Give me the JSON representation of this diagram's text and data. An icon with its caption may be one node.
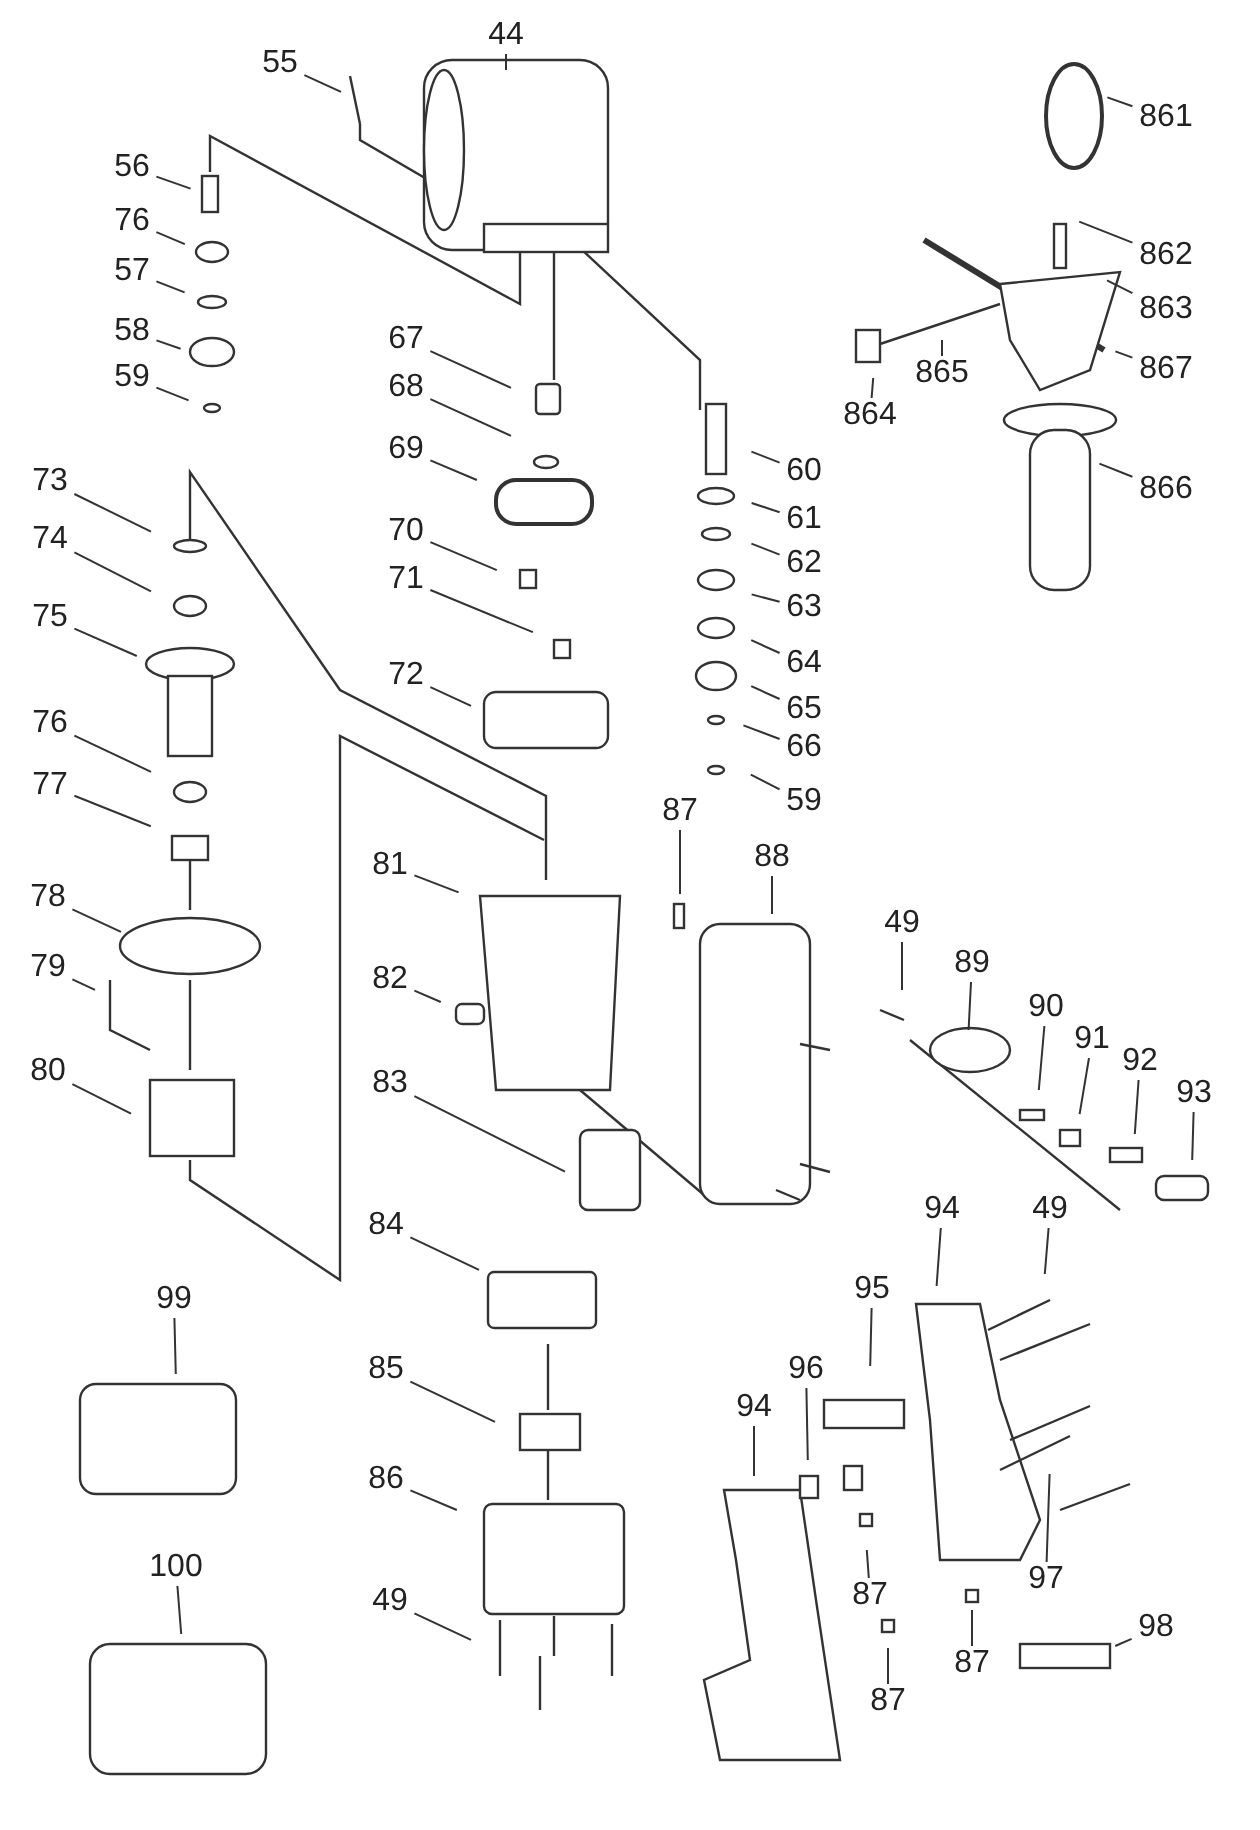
{
  "diagram": {
    "nodes": [
      {
        "text": [
          "55"
        ]
      },
      {
        "text": [
          "44"
        ]
      },
      {
        "text": [
          "56"
        ]
      },
      {
        "text": [
          "76"
        ]
      },
      {
        "text": [
          "57"
        ]
      },
      {
        "text": [
          "58"
        ]
      },
      {
        "text": [
          "59"
        ]
      },
      {
        "text": [
          "67"
        ]
      },
      {
        "text": [
          "68"
        ]
      },
      {
        "text": [
          "69"
        ]
      },
      {
        "text": [
          "60"
        ]
      },
      {
        "text": [
          "61"
        ]
      },
      {
        "text": [
          "62"
        ]
      },
      {
        "text": [
          "63"
        ]
      },
      {
        "text": [
          "64"
        ]
      },
      {
        "text": [
          "65"
        ]
      },
      {
        "text": [
          "66"
        ]
      },
      {
        "text": [
          "59"
        ]
      },
      {
        "text": [
          "861"
        ]
      },
      {
        "text": [
          "862"
        ]
      },
      {
        "text": [
          "863"
        ]
      },
      {
        "text": [
          "865"
        ]
      },
      {
        "text": [
          "867"
        ]
      },
      {
        "text": [
          "864"
        ]
      },
      {
        "text": [
          "866"
        ]
      },
      {
        "text": [
          "73"
        ]
      },
      {
        "text": [
          "74"
        ]
      },
      {
        "text": [
          "75"
        ]
      },
      {
        "text": [
          "76"
        ]
      },
      {
        "text": [
          "77"
        ]
      },
      {
        "text": [
          "70"
        ]
      },
      {
        "text": [
          "71"
        ]
      },
      {
        "text": [
          "72"
        ]
      },
      {
        "text": [
          "87"
        ]
      },
      {
        "text": [
          "81"
        ]
      },
      {
        "text": [
          "88"
        ]
      },
      {
        "text": [
          "78"
        ]
      },
      {
        "text": [
          "79"
        ]
      },
      {
        "text": [
          "80"
        ]
      },
      {
        "text": [
          "82"
        ]
      },
      {
        "text": [
          "49"
        ]
      },
      {
        "text": [
          "89"
        ]
      },
      {
        "text": [
          "90"
        ]
      },
      {
        "text": [
          "91"
        ]
      },
      {
        "text": [
          "92"
        ]
      },
      {
        "text": [
          "93"
        ]
      },
      {
        "text": [
          "83"
        ]
      },
      {
        "text": [
          "84"
        ]
      },
      {
        "text": [
          "85"
        ]
      },
      {
        "text": [
          "86"
        ]
      },
      {
        "text": [
          "49"
        ]
      },
      {
        "text": [
          "99"
        ]
      },
      {
        "text": [
          "100"
        ]
      },
      {
        "text": [
          "94"
        ]
      },
      {
        "text": [
          "49"
        ]
      },
      {
        "text": [
          "95"
        ]
      },
      {
        "text": [
          "96"
        ]
      },
      {
        "text": [
          "94"
        ]
      },
      {
        "text": [
          "87"
        ]
      },
      {
        "text": [
          "97"
        ]
      },
      {
        "text": [
          "87"
        ]
      },
      {
        "text": [
          "87"
        ]
      },
      {
        "text": [
          "98"
        ]
      }
    ],
    "edges": [
      {
        "from": 0,
        "to": null,
        "arrow": "none"
      },
      {
        "from": 1,
        "to": null,
        "arrow": "none"
      },
      {
        "from": 2,
        "to": null,
        "arrow": "none"
      },
      {
        "from": 3,
        "to": null,
        "arrow": "none"
      },
      {
        "from": 4,
        "to": null,
        "arrow": "none"
      },
      {
        "from": 5,
        "to": null,
        "arrow": "none"
      },
      {
        "from": 6,
        "to": null,
        "arrow": "none"
      },
      {
        "from": 7,
        "to": null,
        "arrow": "none"
      },
      {
        "from": 8,
        "to": null,
        "arrow": "none"
      },
      {
        "from": 9,
        "to": null,
        "arrow": "none"
      },
      {
        "from": 10,
        "to": null,
        "arrow": "none"
      },
      {
        "from": 11,
        "to": null,
        "arrow": "none"
      },
      {
        "from": 12,
        "to": null,
        "arrow": "none"
      },
      {
        "from": 13,
        "to": null,
        "arrow": "none"
      },
      {
        "from": 14,
        "to": null,
        "arrow": "none"
      },
      {
        "from": 15,
        "to": null,
        "arrow": "none"
      },
      {
        "from": 16,
        "to": null,
        "arrow": "none"
      },
      {
        "from": 17,
        "to": null,
        "arrow": "none"
      },
      {
        "from": 18,
        "to": null,
        "arrow": "none"
      },
      {
        "from": 19,
        "to": null,
        "arrow": "none"
      },
      {
        "from": 20,
        "to": null,
        "arrow": "none"
      },
      {
        "from": 21,
        "to": null,
        "arrow": "none"
      },
      {
        "from": 22,
        "to": null,
        "arrow": "none"
      },
      {
        "from": 23,
        "to": null,
        "arrow": "none"
      },
      {
        "from": 24,
        "to": null,
        "arrow": "none"
      },
      {
        "from": 25,
        "to": null,
        "arrow": "none"
      },
      {
        "from": 26,
        "to": null,
        "arrow": "none"
      },
      {
        "from": 27,
        "to": null,
        "arrow": "none"
      },
      {
        "from": 28,
        "to": null,
        "arrow": "none"
      },
      {
        "from": 29,
        "to": null,
        "arrow": "none"
      },
      {
        "from": 30,
        "to": null,
        "arrow": "none"
      },
      {
        "from": 31,
        "to": null,
        "arrow": "none"
      },
      {
        "from": 32,
        "to": null,
        "arrow": "none"
      },
      {
        "from": 33,
        "to": null,
        "arrow": "none"
      },
      {
        "from": 34,
        "to": null,
        "arrow": "none"
      },
      {
        "from": 35,
        "to": null,
        "arrow": "none"
      },
      {
        "from": 36,
        "to": null,
        "arrow": "none"
      },
      {
        "from": 37,
        "to": null,
        "arrow": "none"
      },
      {
        "from": 38,
        "to": null,
        "arrow": "none"
      },
      {
        "from": 39,
        "to": null,
        "arrow": "none"
      },
      {
        "from": 40,
        "to": null,
        "arrow": "none"
      },
      {
        "from": 41,
        "to": null,
        "arrow": "none"
      },
      {
        "from": 42,
        "to": null,
        "arrow": "none"
      },
      {
        "from": 43,
        "to": null,
        "arrow": "none"
      },
      {
        "from": 44,
        "to": null,
        "arrow": "none"
      },
      {
        "from": 45,
        "to": null,
        "arrow": "none"
      },
      {
        "from": 46,
        "to": null,
        "arrow": "none"
      },
      {
        "from": 47,
        "to": null,
        "arrow": "none"
      },
      {
        "from": 48,
        "to": null,
        "arrow": "none"
      },
      {
        "from": 49,
        "to": null,
        "arrow": "none"
      },
      {
        "from": 50,
        "to": null,
        "arrow": "none"
      },
      {
        "from": 51,
        "to": null,
        "arrow": "none"
      },
      {
        "from": 52,
        "to": null,
        "arrow": "none"
      },
      {
        "from": 53,
        "to": null,
        "arrow": "none"
      },
      {
        "from": 54,
        "to": null,
        "arrow": "none"
      },
      {
        "from": 55,
        "to": null,
        "arrow": "none"
      },
      {
        "from": 56,
        "to": null,
        "arrow": "none"
      },
      {
        "from": 57,
        "to": null,
        "arrow": "none"
      },
      {
        "from": 58,
        "to": null,
        "arrow": "none"
      },
      {
        "from": 59,
        "to": null,
        "arrow": "none"
      },
      {
        "from": 60,
        "to": null,
        "arrow": "none"
      },
      {
        "from": 61,
        "to": null,
        "arrow": "none"
      },
      {
        "from": 62,
        "to": null,
        "arrow": "none"
      }
    ]
  }
}
